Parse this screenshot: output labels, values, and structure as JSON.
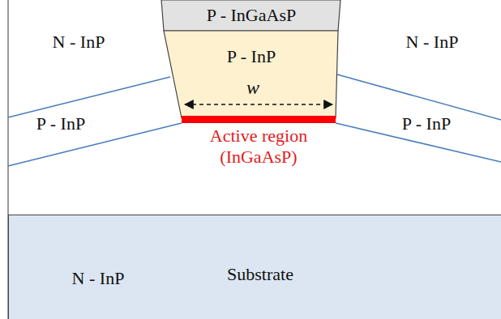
{
  "diagram": {
    "nodes": [
      {
        "text": [
          "P - InGaAsP"
        ]
      },
      {
        "text": [
          "P - InP"
        ]
      },
      {
        "text": [
          "Active region (InGaAsP)"
        ]
      },
      {
        "text": [
          "N - InP",
          "Substrate"
        ]
      }
    ],
    "labels": [
      "N - InP",
      "N - InP",
      "P - InP",
      "P - InP",
      "w"
    ]
  }
}
